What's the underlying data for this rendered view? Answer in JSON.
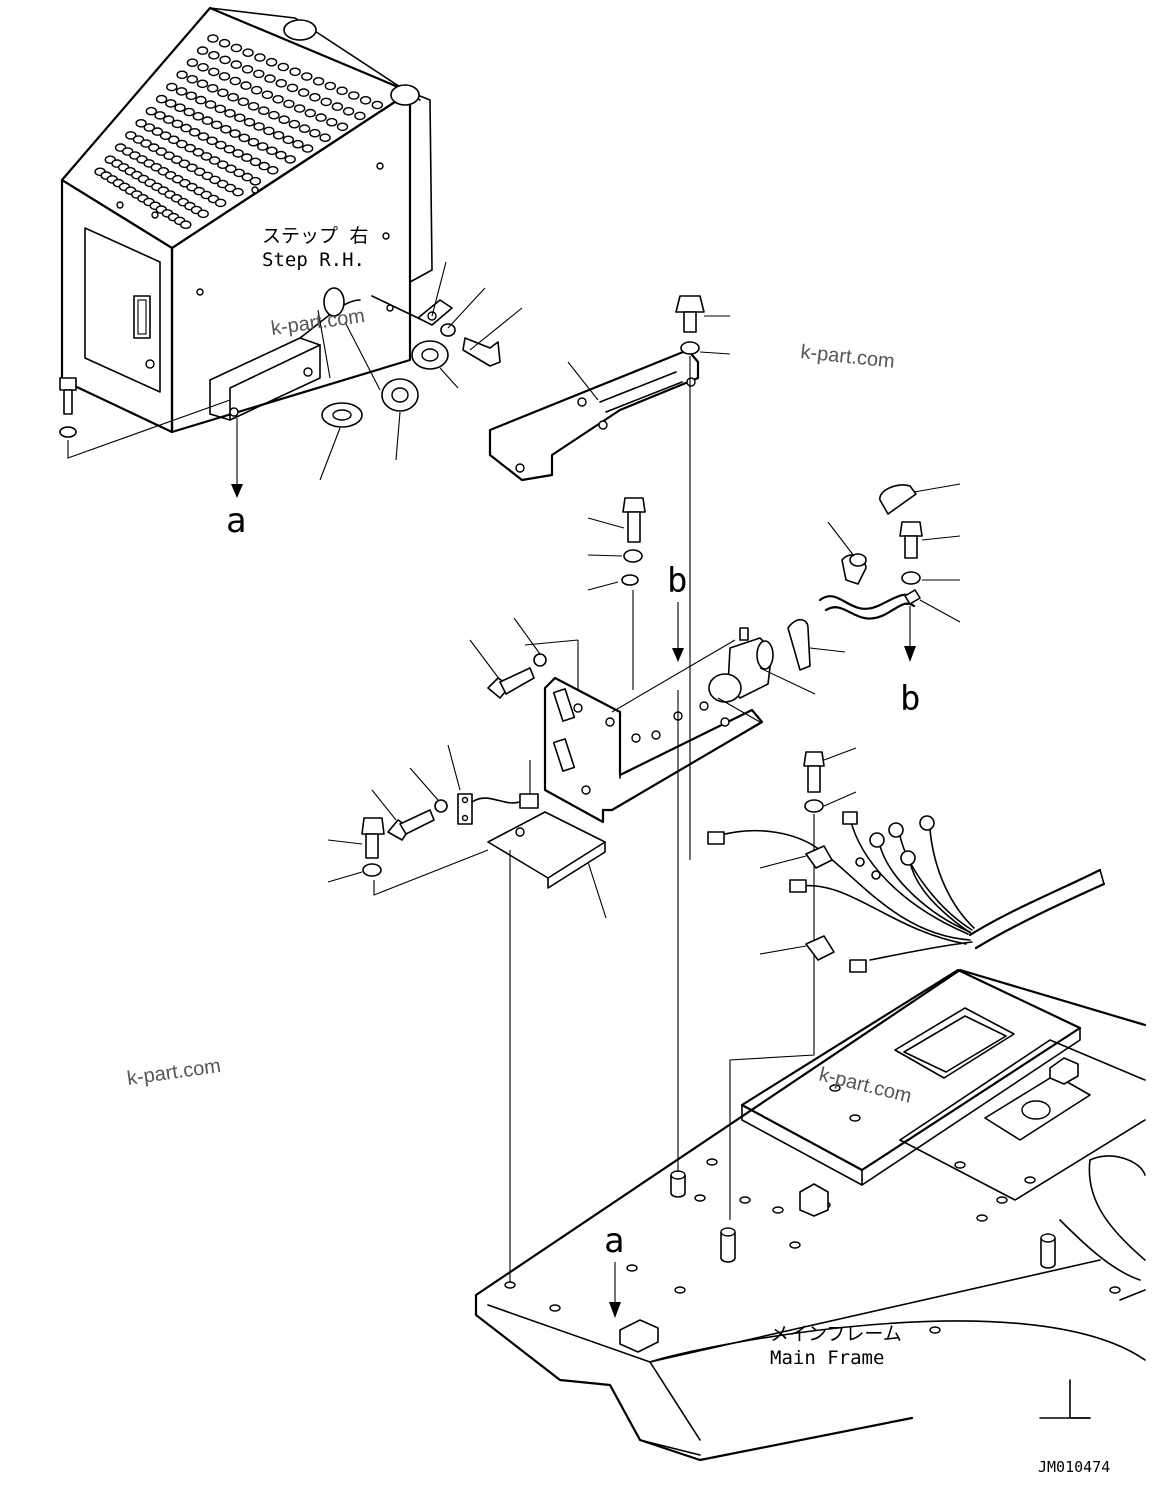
{
  "labels": {
    "step_jp": "ステップ 右",
    "step_en": "Step R.H.",
    "frame_jp": "メインフレーム",
    "frame_en": "Main Frame",
    "ref_a_top": "a",
    "ref_a_bottom": "a",
    "ref_b_top": "b",
    "ref_b_bottom": "b",
    "drawing_number": "JM010474"
  },
  "watermarks": [
    "k-part.com",
    "k-part.com",
    "k-part.com",
    "k-part.com"
  ]
}
